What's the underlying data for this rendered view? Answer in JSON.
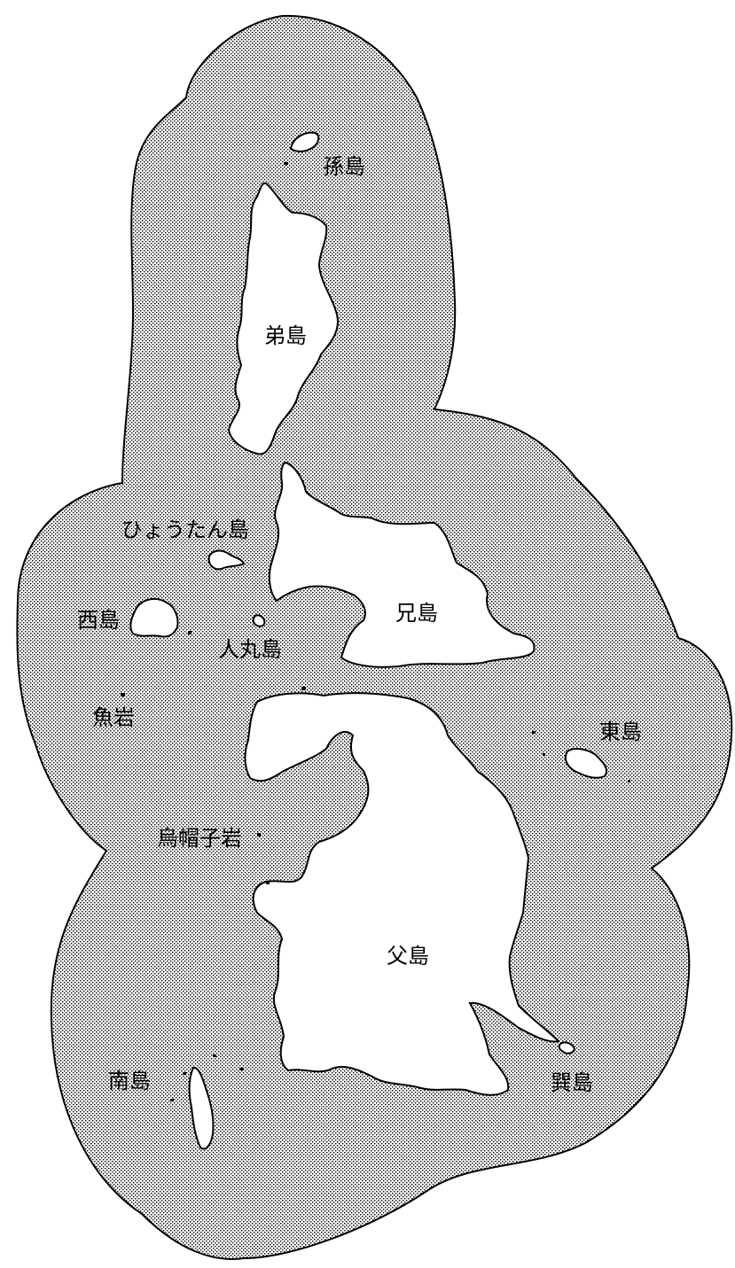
{
  "labels": {
    "magojima": "孫島",
    "otoutojima": "弟島",
    "hyoutanjima": "ひょうたん島",
    "nishijima": "西島",
    "anijima": "兄島",
    "hitomarujima": "人丸島",
    "uoiwa": "魚岩",
    "higashijima": "東島",
    "eboshiiwa": "烏帽子岩",
    "chichijima": "父島",
    "minamijima": "南島",
    "sujima": "巽島"
  },
  "colors": {
    "sea_dots": "#000000",
    "sea_background": "#ffffff",
    "land": "#ffffff",
    "outline": "#000000"
  }
}
